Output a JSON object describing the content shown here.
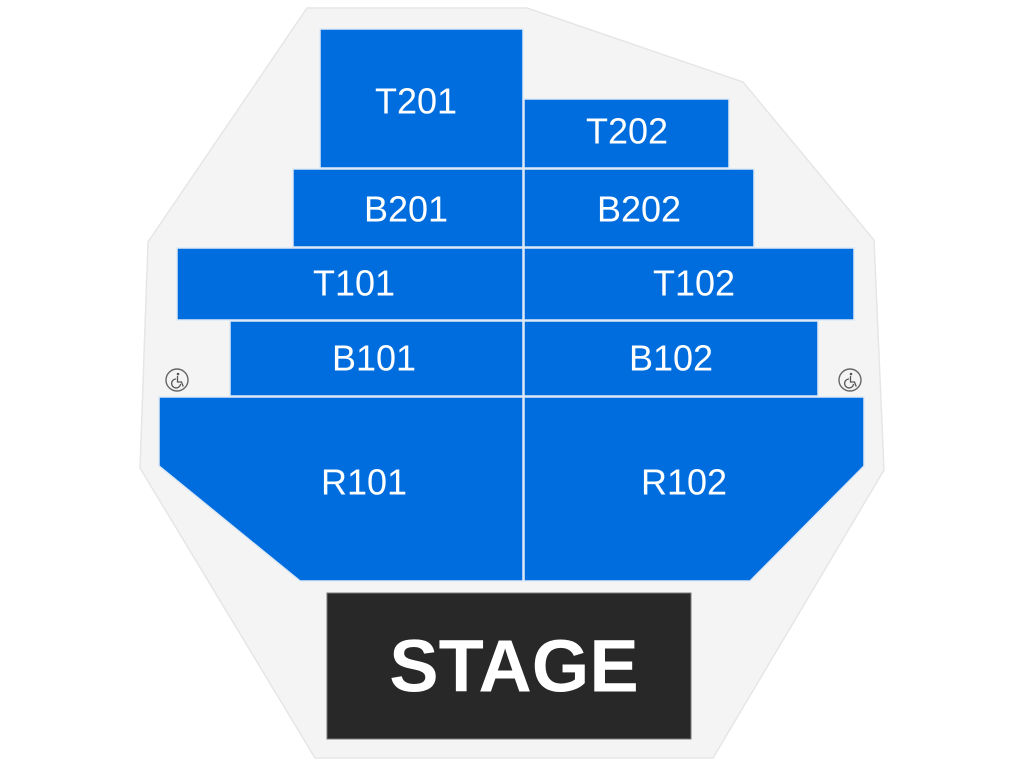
{
  "venue": {
    "outline_color": "#f4f4f4",
    "section_color": "#006ddf",
    "stage_color": "#282828"
  },
  "sections": {
    "T201": {
      "label": "T201"
    },
    "T202": {
      "label": "T202"
    },
    "B201": {
      "label": "B201"
    },
    "B202": {
      "label": "B202"
    },
    "T101": {
      "label": "T101"
    },
    "T102": {
      "label": "T102"
    },
    "B101": {
      "label": "B101"
    },
    "B102": {
      "label": "B102"
    },
    "R101": {
      "label": "R101"
    },
    "R102": {
      "label": "R102"
    }
  },
  "stage": {
    "label": "STAGE"
  },
  "icons": {
    "accessible_left": "wheelchair-icon",
    "accessible_right": "wheelchair-icon"
  }
}
